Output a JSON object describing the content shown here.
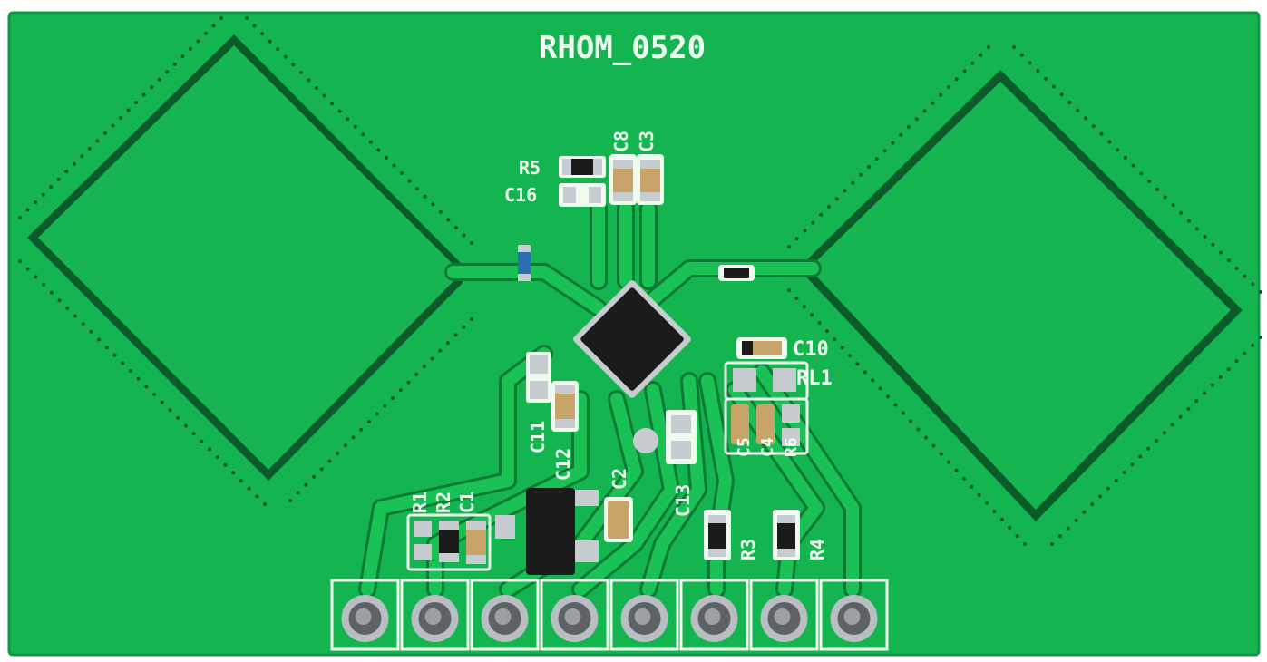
{
  "board": {
    "title": "RHOM_0520",
    "colors": {
      "substrate": "#14b450",
      "substrate_dark": "#0e9a43",
      "trace": "#1ac256",
      "trace_outline": "#0c7a35",
      "slot": "#0b5a2a",
      "silkscreen": "#eefbee",
      "pad": "#c7ccd0",
      "chip": "#1b1b1b",
      "capacitor": "#c8a46a"
    },
    "designators": {
      "r5": "R5",
      "c16": "C16",
      "c8": "C8",
      "c3": "C3",
      "c10": "C10",
      "rl1": "RL1",
      "c11": "C11",
      "c12": "C12",
      "c13": "C13",
      "c2": "C2",
      "r1": "R1",
      "r2": "R2",
      "c1": "C1",
      "r3": "R3",
      "r4": "R4",
      "c5": "C5",
      "c4": "C4",
      "r6": "R6"
    },
    "header_pin_count": 8
  }
}
